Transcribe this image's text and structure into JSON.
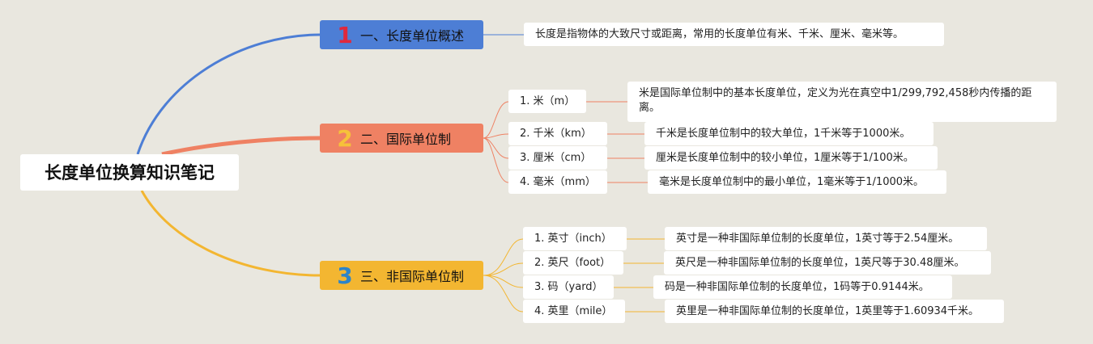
{
  "root": {
    "title": "长度单位换算知识笔记"
  },
  "branches": [
    {
      "num": "1",
      "label": "一、长度单位概述",
      "note": "长度是指物体的大致尺寸或距离，常用的长度单位有米、千米、厘米、毫米等。"
    },
    {
      "num": "2",
      "label": "二、国际单位制",
      "items": [
        {
          "label": "1. 米（m）",
          "note": "米是国际单位制中的基本长度单位，定义为光在真空中1/299,792,458秒内传播的距离。"
        },
        {
          "label": "2. 千米（km）",
          "note": "千米是长度单位制中的较大单位，1千米等于1000米。"
        },
        {
          "label": "3. 厘米（cm）",
          "note": "厘米是长度单位制中的较小单位，1厘米等于1/100米。"
        },
        {
          "label": "4. 毫米（mm）",
          "note": "毫米是长度单位制中的最小单位，1毫米等于1/1000米。"
        }
      ]
    },
    {
      "num": "3",
      "label": "三、非国际单位制",
      "items": [
        {
          "label": "1. 英寸（inch）",
          "note": "英寸是一种非国际单位制的长度单位，1英寸等于2.54厘米。"
        },
        {
          "label": "2. 英尺（foot）",
          "note": "英尺是一种非国际单位制的长度单位，1英尺等于30.48厘米。"
        },
        {
          "label": "3. 码（yard）",
          "note": "码是一种非国际单位制的长度单位，1码等于0.9144米。"
        },
        {
          "label": "4. 英里（mile）",
          "note": "英里是一种非国际单位制的长度单位，1英里等于1.60934千米。"
        }
      ]
    }
  ],
  "colors": {
    "background": "#e9e7df",
    "branch1": "#4d7ed5",
    "branch2": "#ef8163",
    "branch3": "#f3b631"
  }
}
